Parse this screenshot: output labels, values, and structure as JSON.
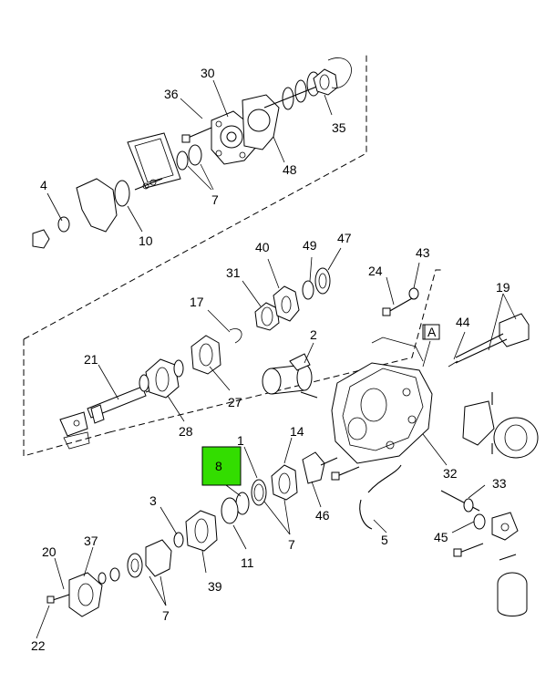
{
  "diagram": {
    "highlight_color": "#33dd00",
    "highlighted_callout": "8",
    "callouts": {
      "c30": "30",
      "c36": "36",
      "c35": "35",
      "c48": "48",
      "c4": "4",
      "c10": "10",
      "c7a": "7",
      "c40": "40",
      "c49": "49",
      "c47": "47",
      "c31": "31",
      "c17": "17",
      "c21": "21",
      "c27": "27",
      "c28": "28",
      "c24": "24",
      "c43": "43",
      "c19": "19",
      "c44": "44",
      "cA": "A",
      "c2": "2",
      "c14": "14",
      "c1": "1",
      "c8": "8",
      "c46": "46",
      "c32": "32",
      "c33": "33",
      "c5": "5",
      "c45": "45",
      "c3": "3",
      "c37": "37",
      "c20": "20",
      "c11": "11",
      "c7b": "7",
      "c39": "39",
      "c7c": "7",
      "c22": "22"
    }
  }
}
